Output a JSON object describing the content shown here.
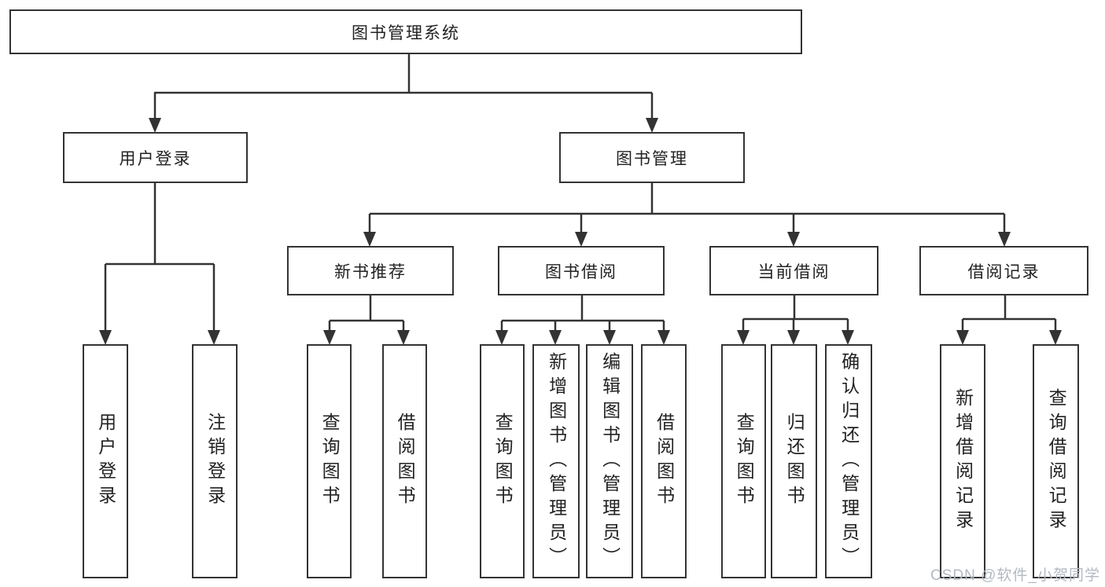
{
  "diagram": {
    "root": "图书管理系统",
    "level2": [
      "用户登录",
      "图书管理"
    ],
    "level3": [
      "新书推荐",
      "图书借阅",
      "当前借阅",
      "借阅记录"
    ],
    "leaves": {
      "user_login": [
        "用户登录",
        "注销登录"
      ],
      "new_books": [
        "查询图书",
        "借阅图书"
      ],
      "book_borrow": [
        "查询图书",
        "新增图书（管理员）",
        "编辑图书（管理员）",
        "借阅图书"
      ],
      "current_borrow": [
        "查询图书",
        "归还图书",
        "确认归还（管理员）"
      ],
      "borrow_records": [
        "新增借阅记录",
        "查询借阅记录"
      ]
    }
  },
  "watermark": "CSDN @软件_小贺同学",
  "colors": {
    "line": "#333333",
    "box_border": "#333333",
    "background": "#ffffff",
    "watermark_text": "#b3b9c2"
  }
}
